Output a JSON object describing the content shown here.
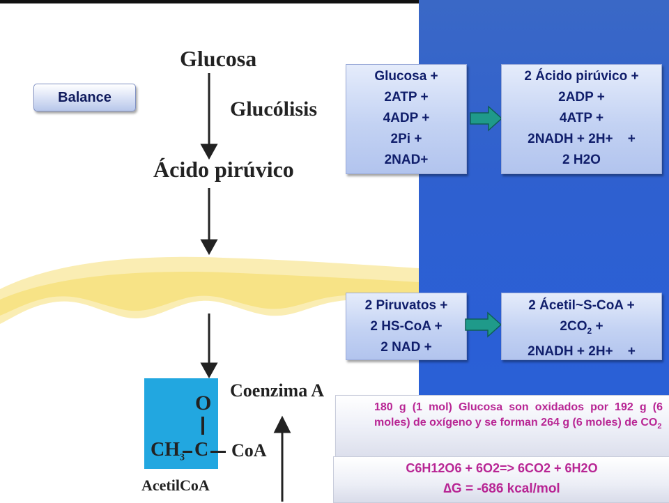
{
  "diagram": {
    "glucosa": "Glucosa",
    "glucolisis": "Glucólisis",
    "acido_piruvico": "Ácido pirúvico",
    "coenzima_a": "Coenzima A",
    "acetyl_o": "O",
    "acetyl_ch3": "CH",
    "acetyl_ch3_sub": "3",
    "acetyl_c": "C",
    "acetyl_dash": "—",
    "acetyl_coa_group": "CoA",
    "acetilcoa": "AcetilCoA"
  },
  "balance_button": {
    "label": "Balance"
  },
  "cards": {
    "glycolysis_inputs": [
      "Glucosa +",
      "2ATP +",
      "4ADP +",
      "2Pi +",
      "2NAD+"
    ],
    "glycolysis_outputs": [
      "2 Ácido pirúvico +",
      "2ADP +",
      "4ATP +",
      "2NADH + 2H+    +",
      "2 H2O"
    ],
    "decarb_inputs": [
      "2 Piruvatos +",
      "2 HS-CoA +",
      "2 NAD +"
    ],
    "decarb_outputs": {
      "line1": "2 Ácetil~S-CoA +",
      "line2_pre": "2CO",
      "line2_sub": "2",
      "line2_post": " +",
      "line3": "2NADH + 2H+    +"
    }
  },
  "info_box": {
    "text_pre": "180 g (1 mol) Glucosa son oxidados por 192 g (6 moles) de oxígeno y se forman 264 g (6 moles) de CO",
    "text_sub": "2"
  },
  "equation_box": {
    "reaction": "C6H12O6 + 6O2=> 6CO2 + 6H2O",
    "delta_g": "∆G = -686 kcal/mol"
  },
  "colors": {
    "blue_panel": "#2f60cf",
    "card_text": "#101e6b",
    "info_text": "#b82594",
    "green_arrow": "#1f9a8a",
    "membrane": "#f8e79a",
    "acetyl_box": "#22a7e0"
  }
}
